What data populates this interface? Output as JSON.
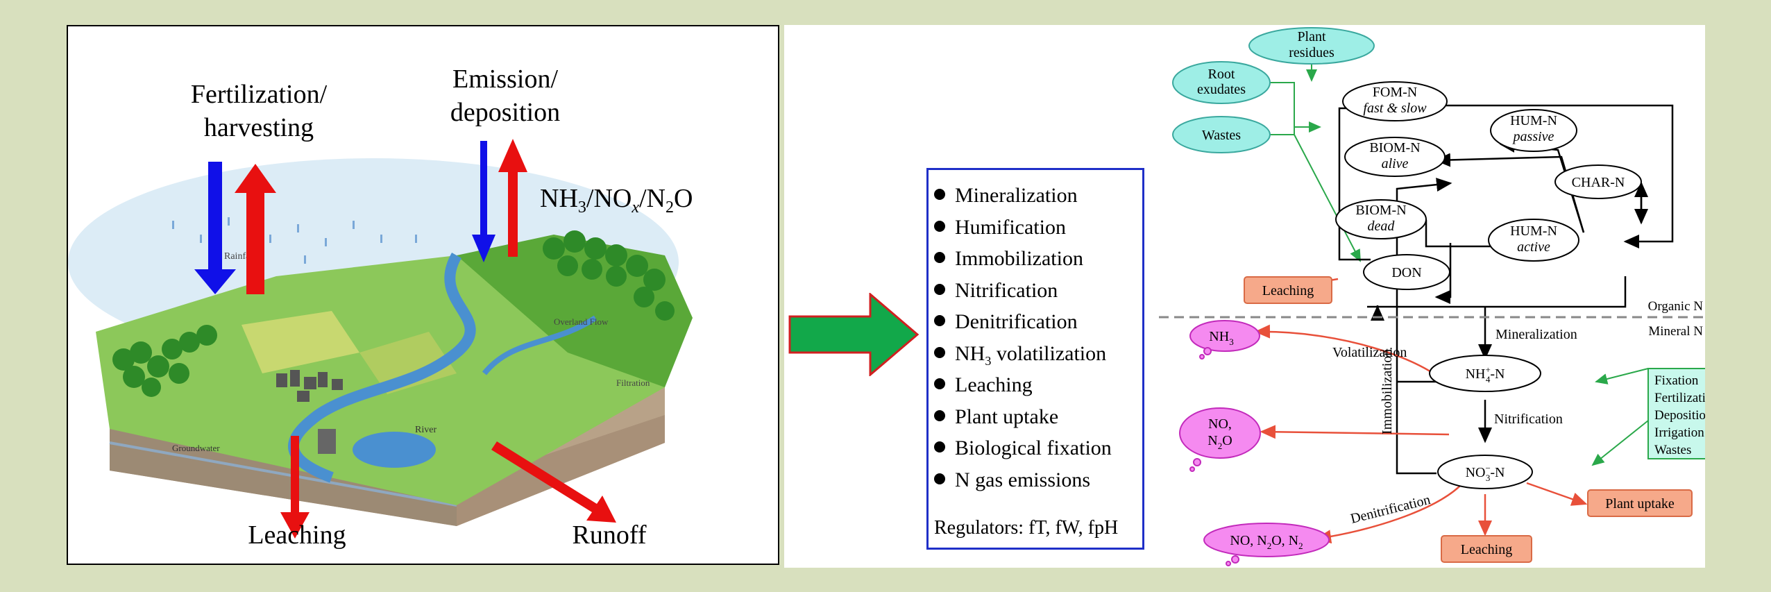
{
  "left": {
    "fertilization": [
      "Fertilization/",
      "harvesting"
    ],
    "emission": [
      "Emission/",
      "deposition"
    ],
    "gases": {
      "a": "NH",
      "a_sub": "3",
      "b": "/NO",
      "b_sub": "x",
      "c": "/N",
      "c_sub": "2",
      "d": "O"
    },
    "leaching": "Leaching",
    "runoff": "Runoff",
    "landscape_labels": {
      "rainfall": "Rainfall",
      "overland_flow": "Overland Flow",
      "filtration": "Filtration",
      "river": "River",
      "groundwater": "Groundwater"
    }
  },
  "processes": {
    "items": [
      "Mineralization",
      "Humification",
      "Immobilization",
      "Nitrification",
      "Denitrification",
      "NH3 volatilization",
      "Leaching",
      "Plant uptake",
      "Biological fixation",
      "N gas emissions"
    ],
    "nh3_prefix": "NH",
    "nh3_sub": "3",
    "nh3_suffix": " volatilization",
    "regulators": "Regulators: fT, fW, fpH"
  },
  "diagram": {
    "plant_residues": [
      "Plant",
      "residues"
    ],
    "root_exudates": [
      "Root",
      "exudates"
    ],
    "wastes": "Wastes",
    "fom": [
      "FOM-N",
      "fast & slow"
    ],
    "biom_alive": [
      "BIOM-N",
      "alive"
    ],
    "biom_dead": [
      "BIOM-N",
      "dead"
    ],
    "hum_passive": [
      "HUM-N",
      "passive"
    ],
    "char": "CHAR-N",
    "hum_active": [
      "HUM-N",
      "active"
    ],
    "don": "DON",
    "leaching_top": "Leaching",
    "organic_n": "Organic N",
    "mineral_n": "Mineral N",
    "mineralization": "Mineralization",
    "immobilization": "Immobilization",
    "volatilization": "Volatilization",
    "nitrification": "Nitrification",
    "denitrification": "Denitrification",
    "nh3": {
      "base": "NH",
      "sub": "3"
    },
    "no_n2o": {
      "line1": "NO,",
      "line2": "N",
      "sub": "2",
      "line2b": "O"
    },
    "gas_all": {
      "a": "NO, N",
      "sub1": "2",
      "b": "O, N",
      "sub2": "2"
    },
    "nh4": {
      "base": "NH",
      "sup": "+",
      "sub": "4",
      "tail": "-N"
    },
    "no3": {
      "base": "NO",
      "sup": "−",
      "sub": "3",
      "tail": "-N"
    },
    "inputs": [
      "Fixation",
      "Fertilization",
      "Deposition",
      "Irrigation",
      "Wastes"
    ],
    "plant_uptake": "Plant uptake",
    "leaching_bottom": "Leaching"
  },
  "colors": {
    "background": "#d8e0be",
    "process_border": "#1f2fc8",
    "big_arrow": "#12a84a",
    "big_arrow_border": "#d02020",
    "down_blue": "#1010e8",
    "up_red": "#e81010",
    "source_fill": "#9eeee6",
    "source_stroke": "#3aa89e",
    "box_fill": "#f6a98a",
    "box_stroke": "#d96a45",
    "gas_fill": "#f58af0",
    "gas_stroke": "#c22abb",
    "red_line": "#e8503a",
    "green_line": "#2aa84a",
    "inputs_fill": "#c8f8ec"
  }
}
